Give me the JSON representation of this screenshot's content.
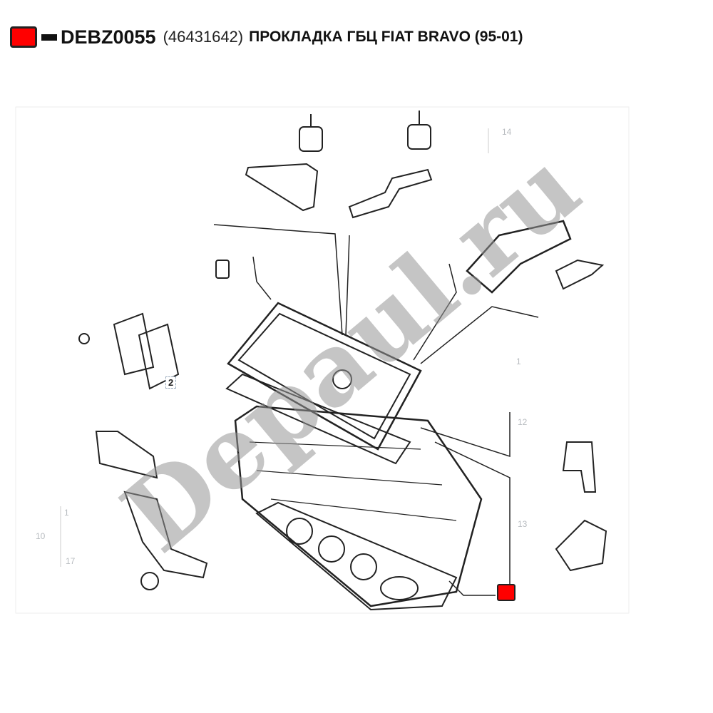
{
  "header": {
    "part_code": "DEBZ0055",
    "oem_number": "(46431642)",
    "description": "ПРОКЛАДКА ГБЦ FIAT BRAVO (95-01)"
  },
  "diagram": {
    "callout_labels": [
      "14",
      "1",
      "12",
      "13",
      "2",
      "10",
      "1",
      "17"
    ],
    "highlight_color": "#ff0000"
  },
  "watermark": "Depaul.ru"
}
